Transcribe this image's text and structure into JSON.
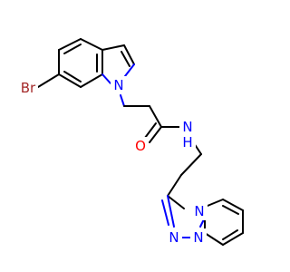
{
  "molecule": {
    "atom_labels": {
      "bromine": "Br",
      "indole_nitrogen": "N",
      "amide_nitrogen": "N",
      "amide_hydrogen": "H",
      "carbonyl_oxygen": "O",
      "triazole_nitrogen_bridge": "N",
      "triazole_nitrogen_a": "N",
      "triazole_nitrogen_b": "N"
    },
    "colors": {
      "carbon_bond": "#000000",
      "nitrogen": "#0000ff",
      "oxygen": "#ff0000",
      "bromine": "#a52a2a",
      "background": "#ffffff"
    }
  }
}
